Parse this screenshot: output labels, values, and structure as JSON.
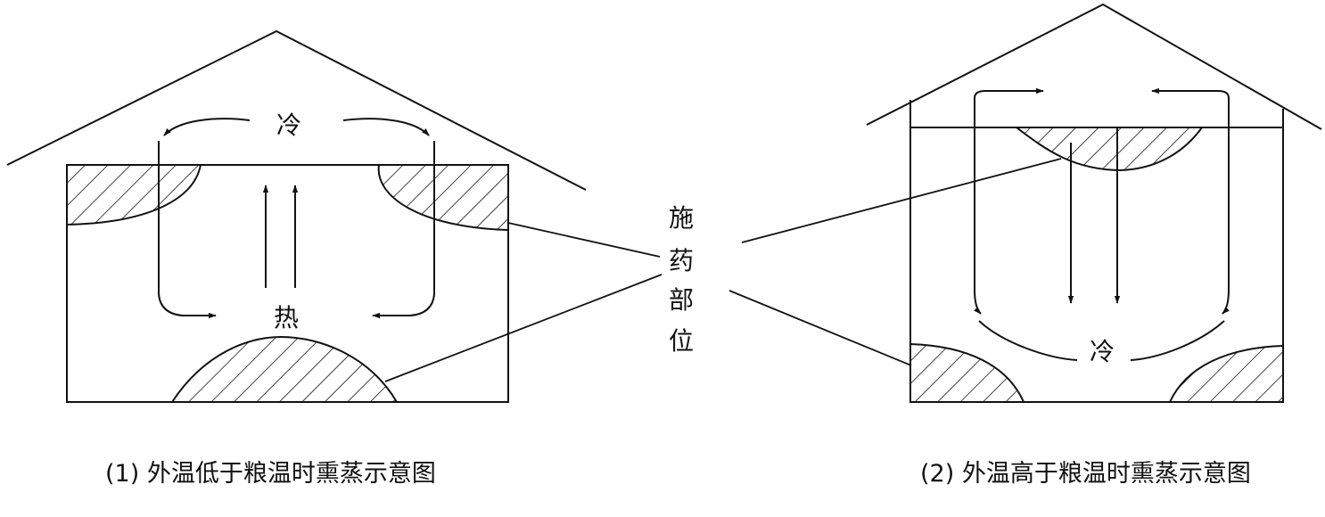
{
  "labels": {
    "cold": "冷",
    "hot": "热",
    "apply_site": [
      "施",
      "药",
      "部",
      "位"
    ]
  },
  "captions": {
    "left": "(1) 外温低于粮温时熏蒸示意图",
    "right": "(2) 外温高于粮温时熏蒸示意图"
  },
  "colors": {
    "stroke": "#111111",
    "background": "#ffffff"
  }
}
